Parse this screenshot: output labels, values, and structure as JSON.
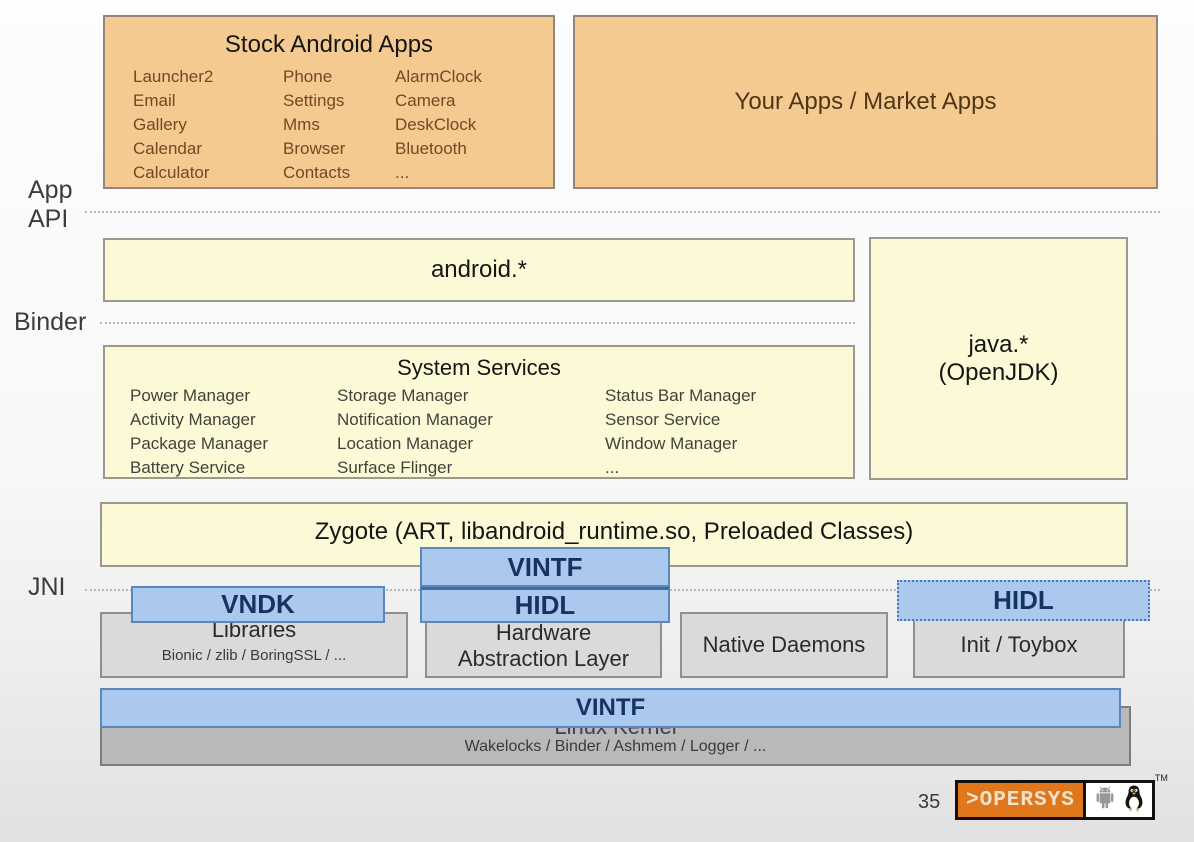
{
  "layer_labels": {
    "app_api": "App\nAPI",
    "binder": "Binder",
    "jni": "JNI"
  },
  "boxes": {
    "stock_apps": {
      "title": "Stock Android Apps",
      "apps": [
        [
          "Launcher2",
          "Phone",
          "AlarmClock"
        ],
        [
          "Email",
          "Settings",
          "Camera"
        ],
        [
          "Gallery",
          "Mms",
          "DeskClock"
        ],
        [
          "Calendar",
          "Browser",
          "Bluetooth"
        ],
        [
          "Calculator",
          "Contacts",
          "..."
        ]
      ]
    },
    "your_apps": {
      "title": "Your Apps / Market Apps"
    },
    "android_api": {
      "title": "android.*"
    },
    "java_api": {
      "title": "java.*\n(OpenJDK)"
    },
    "system_services": {
      "title": "System Services",
      "services": [
        [
          "Power Manager",
          "Storage Manager",
          "Status Bar Manager"
        ],
        [
          "Activity Manager",
          "Notification Manager",
          "Sensor Service"
        ],
        [
          "Package Manager",
          "Location Manager",
          "Window Manager"
        ],
        [
          "Battery Service",
          "Surface Flinger",
          "..."
        ]
      ]
    },
    "zygote": {
      "title": "Zygote (ART, libandroid_runtime.so, Preloaded Classes)"
    },
    "vintf_center": {
      "label": "VINTF"
    },
    "hidl_center": {
      "label": "HIDL"
    },
    "vndk": {
      "label": "VNDK"
    },
    "hidl_right": {
      "label": "HIDL"
    },
    "vintf_bar": {
      "label": "VINTF"
    },
    "libraries": {
      "title": "Libraries",
      "subtitle": "Bionic / zlib / BoringSSL / ..."
    },
    "hal": {
      "title": "Hardware\nAbstraction Layer"
    },
    "native_daemons": {
      "title": "Native Daemons"
    },
    "init_toybox": {
      "title": "Init / Toybox"
    },
    "linux_kernel": {
      "title": "Linux Kernel",
      "subtitle": "Wakelocks / Binder / Ashmem / Logger / ..."
    }
  },
  "footer": {
    "page_number": "35",
    "logo_text": ">OPERSYS",
    "trademark": "TM",
    "logo_icons": [
      "android-robot-icon",
      "tux-penguin-icon"
    ]
  },
  "colors": {
    "orange_box": "#f5ca90",
    "yellow_box": "#fcfad6",
    "blue_box": "#abc9ee",
    "blue_text": "#16345f",
    "gray_box": "#dadada",
    "kernel_box": "#b9b9b9",
    "logo_orange": "#e0771c"
  }
}
